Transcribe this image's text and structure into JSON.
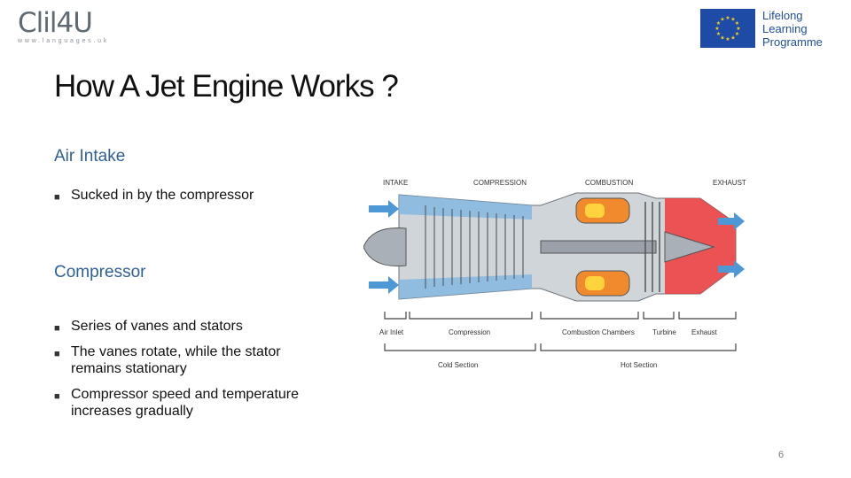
{
  "logo": {
    "name": "Clil4U",
    "site": "www.languages.uk"
  },
  "programme": {
    "line1": "Lifelong",
    "line2": "Learning",
    "line3": "Programme"
  },
  "slide": {
    "title": "How A Jet Engine Works ?",
    "section1": {
      "heading": "Air Intake",
      "bullets": [
        "Sucked in by the compressor"
      ]
    },
    "section2": {
      "heading": "Compressor",
      "bullets": [
        "Series of vanes and stators",
        "The vanes rotate, while the stator remains stationary",
        "Compressor speed and temperature  increases gradually"
      ]
    },
    "page_number": "6"
  },
  "diagram": {
    "top_labels": [
      "INTAKE",
      "COMPRESSION",
      "COMBUSTION",
      "EXHAUST"
    ],
    "bottom_labels": [
      "Air Inlet",
      "Compression",
      "Combustion Chambers",
      "Turbine",
      "Exhaust"
    ],
    "section_labels": [
      "Cold Section",
      "Hot Section"
    ]
  },
  "colors": {
    "heading_blue": "#2f5f9a",
    "eu_blue": "#1d4ba5",
    "eu_star": "#f7d117"
  }
}
